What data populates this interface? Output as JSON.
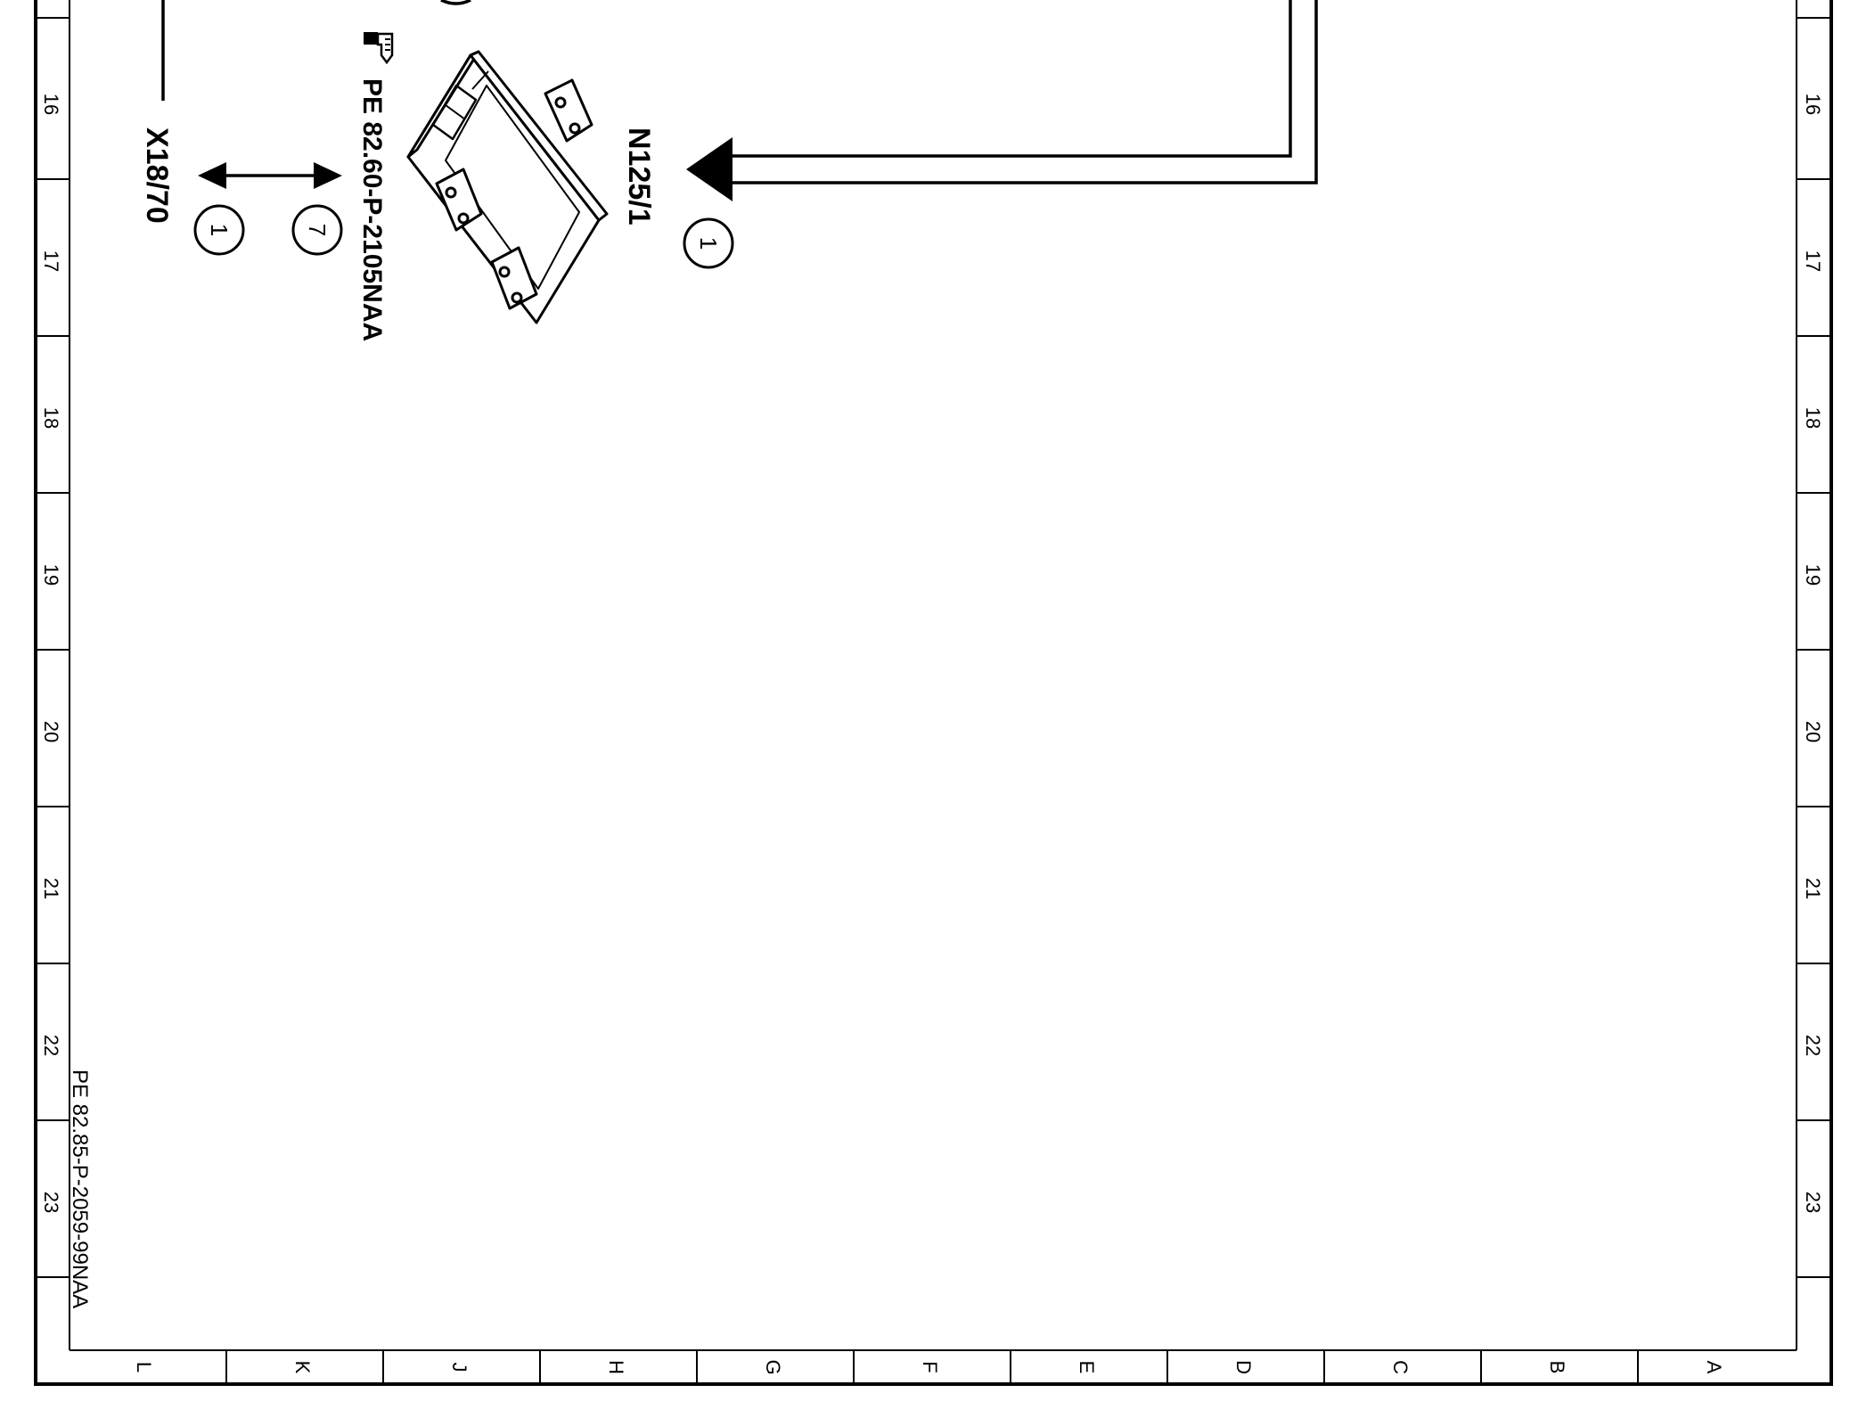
{
  "rows": {
    "left_labels": [
      "16",
      "17",
      "18",
      "19",
      "20",
      "21",
      "22",
      "23"
    ],
    "right_labels": [
      "16",
      "17",
      "18",
      "19",
      "20",
      "21",
      "22",
      "23"
    ]
  },
  "columns": {
    "labels": [
      "L",
      "K",
      "J",
      "H",
      "G",
      "F",
      "E",
      "D",
      "C",
      "B",
      "A"
    ]
  },
  "components": {
    "module_label": "N125/1",
    "module_pin": "1",
    "connector_label": "X18/70",
    "connector_pin_a": "7",
    "connector_pin_b": "1",
    "reference": "PE 82.60-P-2105NAA",
    "reference_icon": "pointing-hand-icon"
  },
  "document": {
    "id": "PE 82.85-P-2059-99NAA"
  },
  "colors": {
    "ink": "#000000",
    "paper": "#ffffff"
  }
}
